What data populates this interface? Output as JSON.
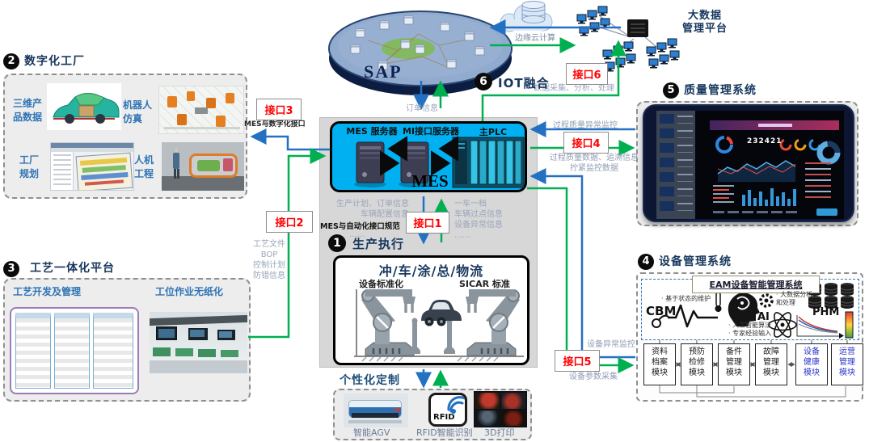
{
  "colors": {
    "line_green": "#00b050",
    "line_blue": "#2271c3",
    "heading_navy": "#17375e",
    "label_blue": "#2e74b5",
    "interface_red": "#ff0000",
    "mes_cyan": "#00b0f0"
  },
  "top": {
    "sap_label": "SAP",
    "edge_cloud_label": "边缘云计算",
    "bigdata_platform": "大数据\n管理平台",
    "interface6": "接口6",
    "interface6_note": "数据采集、分析、处理",
    "iot_badge": "6",
    "iot_label": "IOT融合",
    "order_info_label": "订单信息"
  },
  "mes": {
    "server_label": "MES 服务器",
    "mi_server_label": "MI接口服务器",
    "plc_label": "主PLC",
    "title": "MES",
    "out_notes": "生产计划、订单信息\n车辆配置信息",
    "out_notes_bold": "MES与自动化接口规范",
    "out_notes_more": "……",
    "interface1": "接口1",
    "in_notes": "一车一档\n车辆过点信息\n设备异常信息\n……"
  },
  "production": {
    "badge": "1",
    "title": "生产执行",
    "shops": "冲/车/涂/总/物流",
    "left_caption": "设备标准化",
    "right_caption": "SICAR 标准"
  },
  "customization": {
    "title": "个性化定制",
    "agv_label": "智能AGV",
    "rfid_label": "RFID智能识别",
    "rfid_icon_text": "RFID",
    "print_label": "3D打印"
  },
  "digital_factory": {
    "badge": "2",
    "title": "数字化工厂",
    "item1": "三维产品数据",
    "item2": "机器人仿真",
    "item3": "工厂规划",
    "item4": "人机工程"
  },
  "process_platform": {
    "badge": "3",
    "title": "工艺一体化平台",
    "left_caption": "工艺开发及管理",
    "right_caption": "工位作业无纸化"
  },
  "quality_system": {
    "badge": "5",
    "title": "质量管理系统",
    "dashboard_kpi": "232421"
  },
  "equipment_system": {
    "badge": "4",
    "title": "设备管理系统",
    "inner_title": "EAM设备智能管理系统",
    "cbm_label": "CBM",
    "cbm_note": "· 基于状态的维护",
    "ai_label": "AI",
    "ai_notes": "· 人工智能算法\n· 专家经验输入",
    "phm_label": "PHM",
    "phm_note": "· 大数据分析\n和处理",
    "modules": [
      "资料\n档案\n模块",
      "预防\n检修\n模块",
      "备件\n管理\n模块",
      "故障\n管理\n模块",
      "设备\n健康\n模块",
      "运营\n管理\n模块"
    ]
  },
  "interfaces": {
    "i2_label": "接口2",
    "i2_note": "工艺文件\nBOP\n控制计划\n防错信息",
    "i3_label": "接口3",
    "i3_note": "MES与数字化接口",
    "i4_label": "接口4",
    "i4_note_top": "过程质量异常监控",
    "i4_note_bottom": "过程质量数据、追溯信息\n拧紧监控数据",
    "i5_label": "接口5",
    "i5_note_top": "设备异常监控",
    "i5_note_bottom": "设备参数采集"
  }
}
